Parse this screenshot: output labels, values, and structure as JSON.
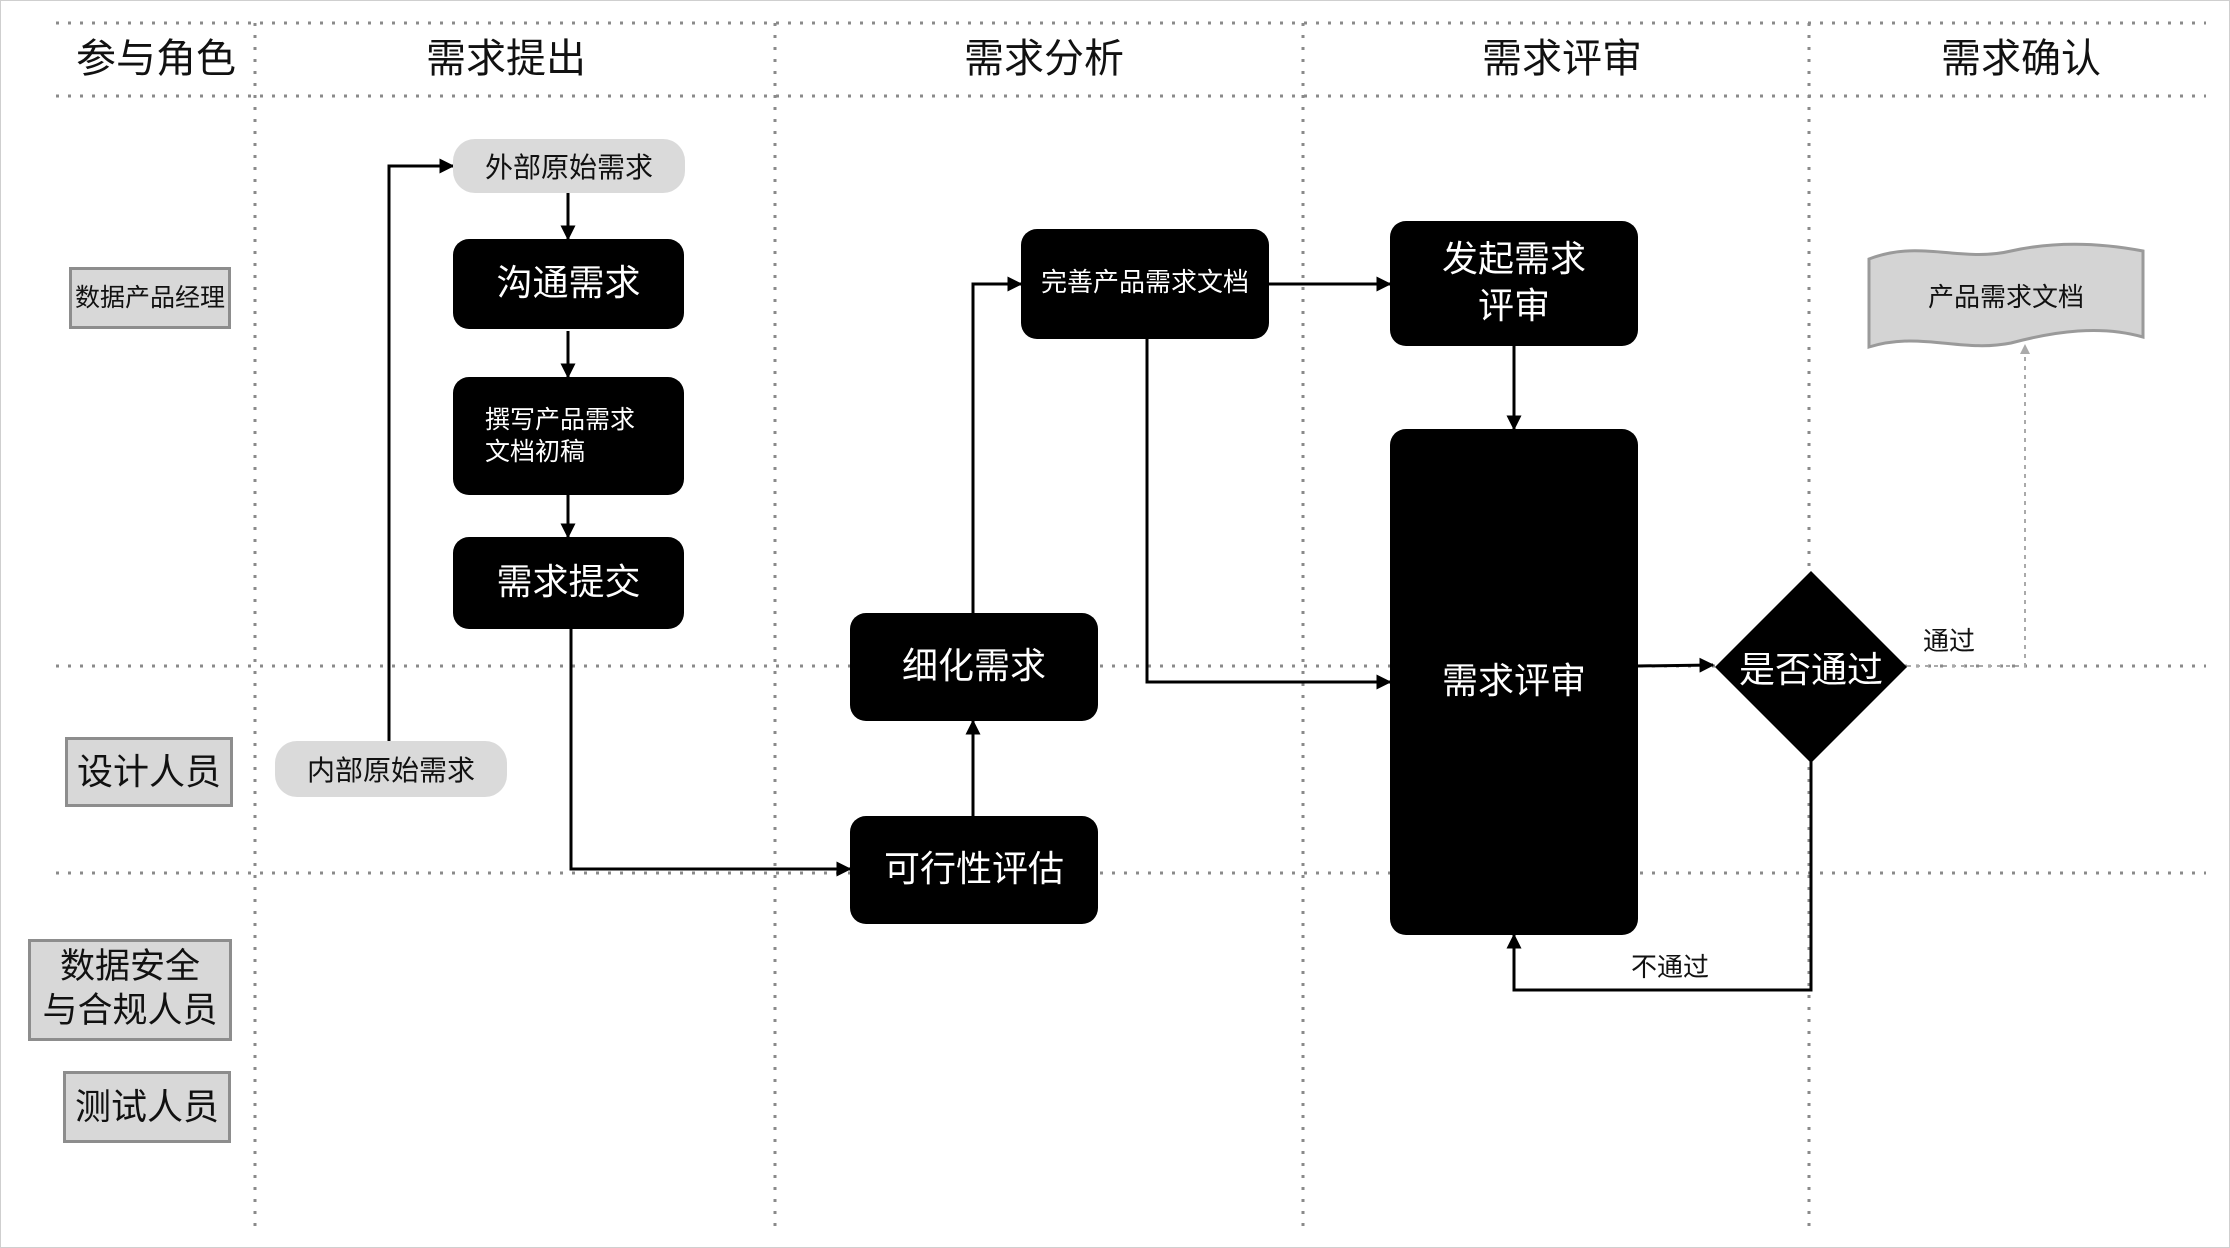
{
  "headers": {
    "roles": "参与角色",
    "col1": "需求提出",
    "col2": "需求分析",
    "col3": "需求评审",
    "col4": "需求确认"
  },
  "roles": {
    "pm": "数据产品经理",
    "designer": "设计人员",
    "security": "数据安全\n与合规人员",
    "tester": "测试人员"
  },
  "nodes": {
    "external_req": "外部原始需求",
    "internal_req": "内部原始需求",
    "communicate": "沟通需求",
    "write_draft": "撰写产品需求\n文档初稿",
    "submit": "需求提交",
    "feasibility": "可行性评估",
    "refine": "细化需求",
    "improve_doc": "完善产品需求文档",
    "start_review": "发起需求\n评审",
    "review": "需求评审",
    "decision": "是否通过",
    "final_doc": "产品需求文档"
  },
  "edge_labels": {
    "pass": "通过",
    "fail": "不通过"
  }
}
